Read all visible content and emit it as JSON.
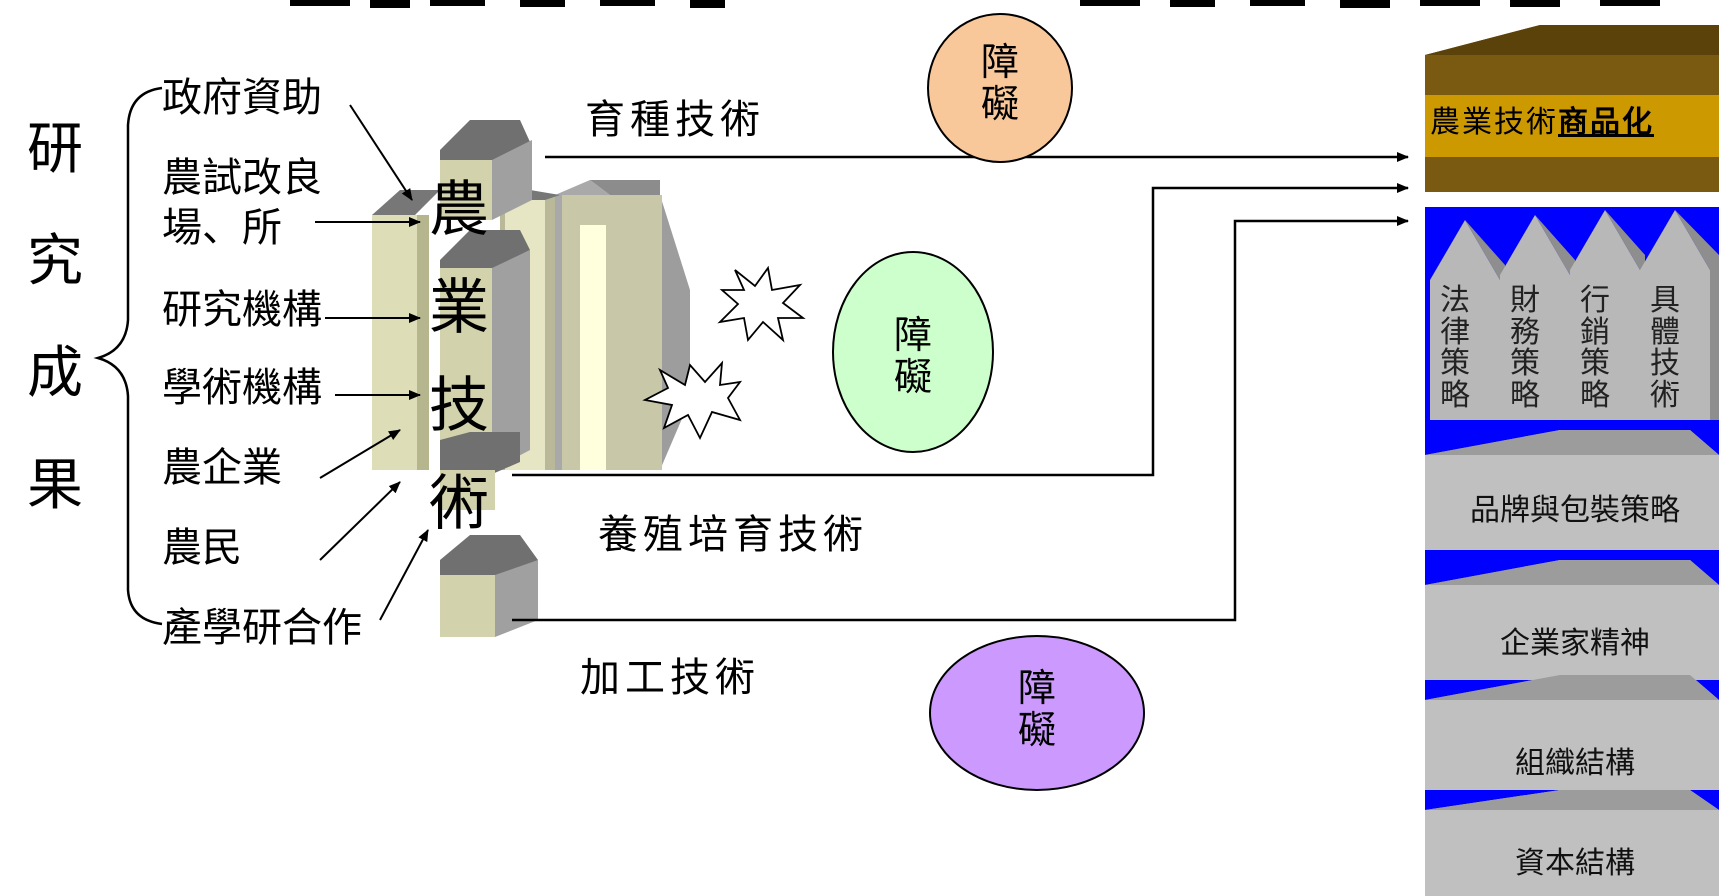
{
  "title_fragment": "農業技術商品化…之研究成果…",
  "research_output": [
    "研",
    "究",
    "成",
    "果"
  ],
  "sources": [
    {
      "label": "政府資助"
    },
    {
      "label": "農試改良"
    },
    {
      "label": "場、所"
    },
    {
      "label": "研究機構"
    },
    {
      "label": "學術機構"
    },
    {
      "label": "農企業"
    },
    {
      "label": "農民"
    },
    {
      "label": "產學研合作"
    }
  ],
  "agri_tech": [
    "農",
    "業",
    "技",
    "術"
  ],
  "techniques": {
    "breeding": "育種技術",
    "cultivation": "養殖培育技術",
    "processing": "加工技術"
  },
  "obstacles": {
    "top": [
      "障",
      "礙"
    ],
    "middle": [
      "障",
      "礙"
    ],
    "bottom": [
      "障",
      "礙"
    ]
  },
  "commercialization": {
    "prefix": "農業技術",
    "emphasis": "商品化"
  },
  "pillars": [
    [
      "法",
      "律",
      "策",
      "略"
    ],
    [
      "財",
      "務",
      "策",
      "略"
    ],
    [
      "行",
      "銷",
      "策",
      "略"
    ],
    [
      "具",
      "體",
      "技",
      "術"
    ]
  ],
  "tiers": {
    "brand": "品牌與包裝策略",
    "entrepreneur": "企業家精神",
    "org": "組織結構",
    "capital": "資本結構"
  },
  "colors": {
    "orange": "#F8C89A",
    "green": "#CCFFCC",
    "purple": "#CC99FF",
    "roof": "#7A5A10",
    "band": "#CC9900",
    "blue": "#0000FF",
    "tier": "#C0C0C0"
  }
}
